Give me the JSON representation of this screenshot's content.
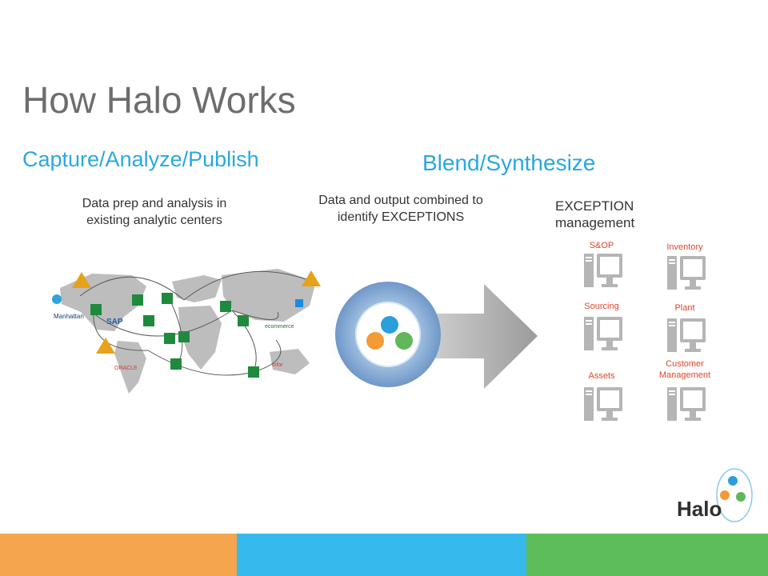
{
  "slide": {
    "title": "How Halo Works",
    "section_left": "Capture/Analyze/Publish",
    "section_right": "Blend/Synthesize",
    "caption_left": "Data prep and analysis in existing analytic centers",
    "caption_center": "Data and output combined to identify EXCEPTIONS",
    "exception_heading": "EXCEPTION management"
  },
  "map_logos": {
    "sap": "SAP",
    "manhattan": "Manhattan",
    "oracle": "ORACLE",
    "infor": "infor",
    "ecommerce": "ecommerce"
  },
  "modules": [
    {
      "label": "S&OP",
      "icon": "computer-icon"
    },
    {
      "label": "Inventory",
      "icon": "computer-icon"
    },
    {
      "label": "Sourcing",
      "icon": "computer-icon"
    },
    {
      "label": "Plant",
      "icon": "computer-icon"
    },
    {
      "label": "Assets",
      "icon": "computer-icon"
    },
    {
      "label": "Customer Management",
      "icon": "computer-icon"
    }
  ],
  "logo": {
    "text": "Halo"
  },
  "colors": {
    "accent_blue": "#2aa8e0",
    "module_label": "#e0452b",
    "footer": [
      "#f5a54e",
      "#36b9ec",
      "#5dbd5a"
    ]
  }
}
